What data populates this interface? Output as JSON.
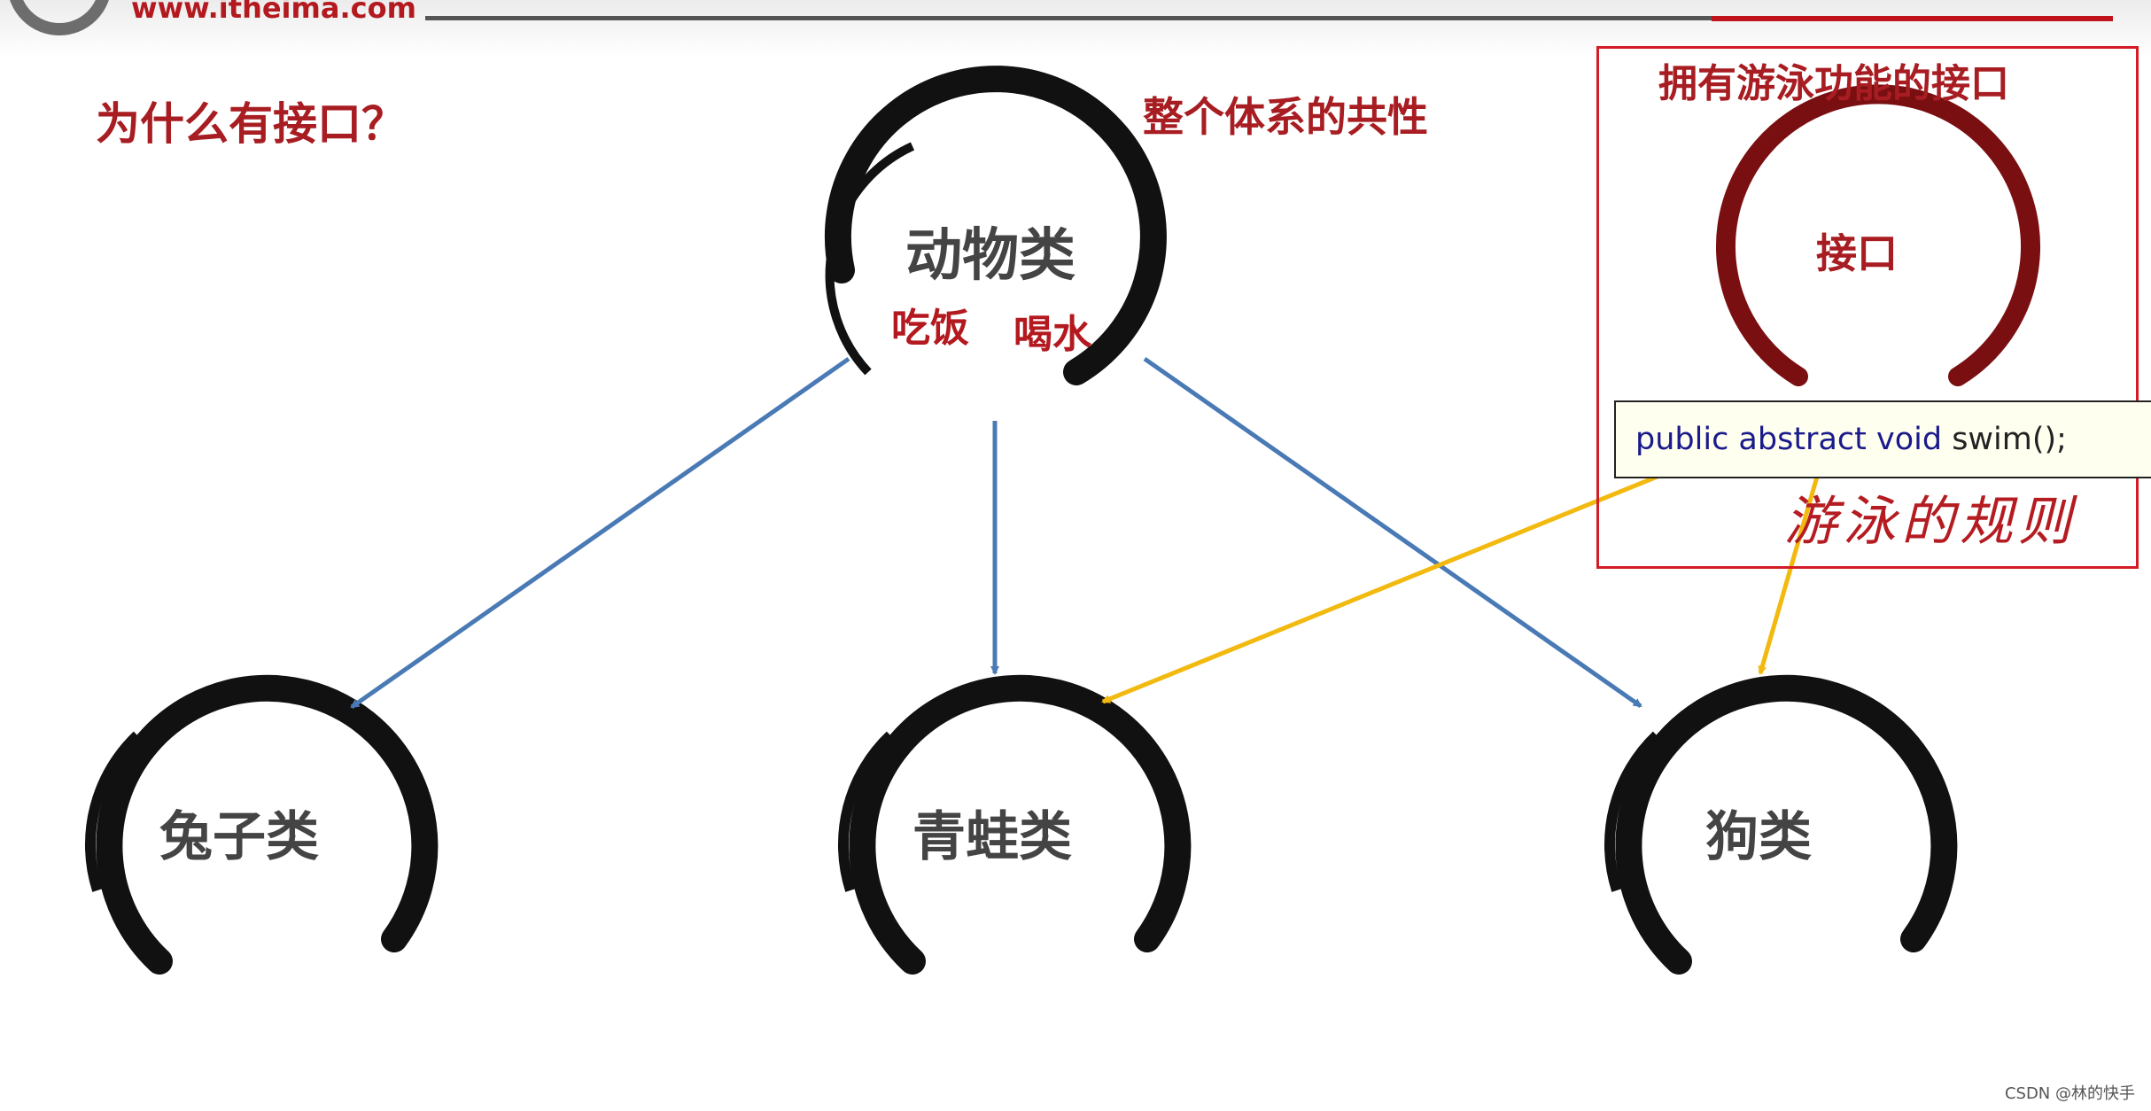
{
  "header": {
    "site_url": "www.itheima.com"
  },
  "slide": {
    "question": "为什么有接口？",
    "commonality_label": "整个体系的共性"
  },
  "animal_node": {
    "label": "动物类",
    "methods": [
      "吃饭",
      "喝水"
    ]
  },
  "subclasses": [
    {
      "label": "兔子类"
    },
    {
      "label": "青蛙类"
    },
    {
      "label": "狗类"
    }
  ],
  "interface_panel": {
    "title": "拥有游泳功能的接口",
    "node_label": "接口",
    "method_keywords": "public abstract void",
    "method_name": " swim();",
    "rule_text": "游泳的规则"
  },
  "colors": {
    "accent_red": "#b3191f",
    "inheritance_arrow": "#4a7ab5",
    "interface_arrow": "#f2b90f",
    "interface_ring": "#7a0f12"
  },
  "footer": {
    "watermark": "CSDN @林的快手"
  }
}
